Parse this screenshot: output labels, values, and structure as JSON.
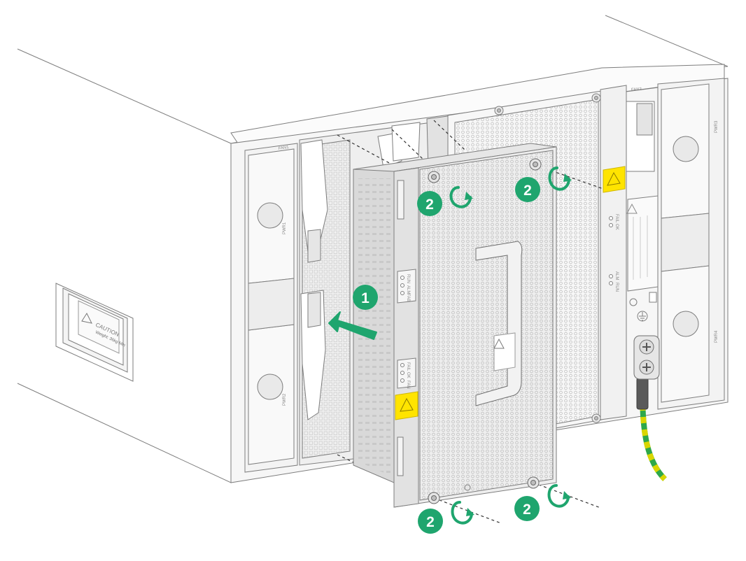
{
  "colors": {
    "step_badge": "#1fa56e",
    "arrow": "#1fa56e",
    "warning_label": "#ffe400",
    "ground_green": "#2ea84a",
    "ground_yellow": "#d9d600",
    "line": "#7d7d7d",
    "metal_light": "#f4f4f4",
    "metal_mid": "#dcdcdc"
  },
  "steps": {
    "insert": "1",
    "fasten": "2"
  },
  "chassis": {
    "slot_labels": {
      "pwr1": "PWR1",
      "pwr2": "PWR2",
      "pwr3": "PWR3",
      "pwr4": "PWR4",
      "fan1": "FAN1",
      "fan2": "FAN2"
    },
    "side_panel": {
      "caution_title": "CAUTION",
      "caution_text": "Weight: 36kg Min"
    },
    "installed_fan_leds": {
      "run": "RUN",
      "alm": "ALM",
      "fail": "FAIL",
      "ok": "OK"
    }
  },
  "fan_module": {
    "leds": {
      "fail": "FAIL",
      "ok": "OK",
      "fan": "FAN",
      "run": "RUN",
      "alm": "ALM",
      "fab": "FAB"
    }
  },
  "icons": [
    "warning-icon",
    "fan-hazard-icon",
    "ground-icon",
    "rotate-clockwise-icon",
    "insert-arrow-icon"
  ]
}
